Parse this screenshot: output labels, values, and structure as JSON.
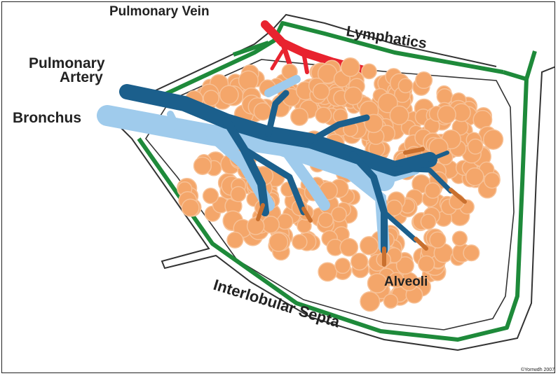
{
  "diagram": {
    "labels": {
      "pulmonary_vein": "Pulmonary Vein",
      "lymphatics": "Lymphatics",
      "pulmonary_artery_line1": "Pulmonary",
      "pulmonary_artery_line2": "Artery",
      "bronchus": "Bronchus",
      "alveoli": "Alveoli",
      "interlobular_septa": "Interlobular Septa",
      "credit": "©Yorrwdh 2007"
    },
    "colors": {
      "alveoli_fill": "#f4a66a",
      "alveoli_edge": "#f7c196",
      "bronchus": "#9fcbec",
      "artery": "#1b5f8c",
      "vein": "#e8232f",
      "lymphatics": "#1e8a3a",
      "septa_outline": "#333333"
    }
  }
}
